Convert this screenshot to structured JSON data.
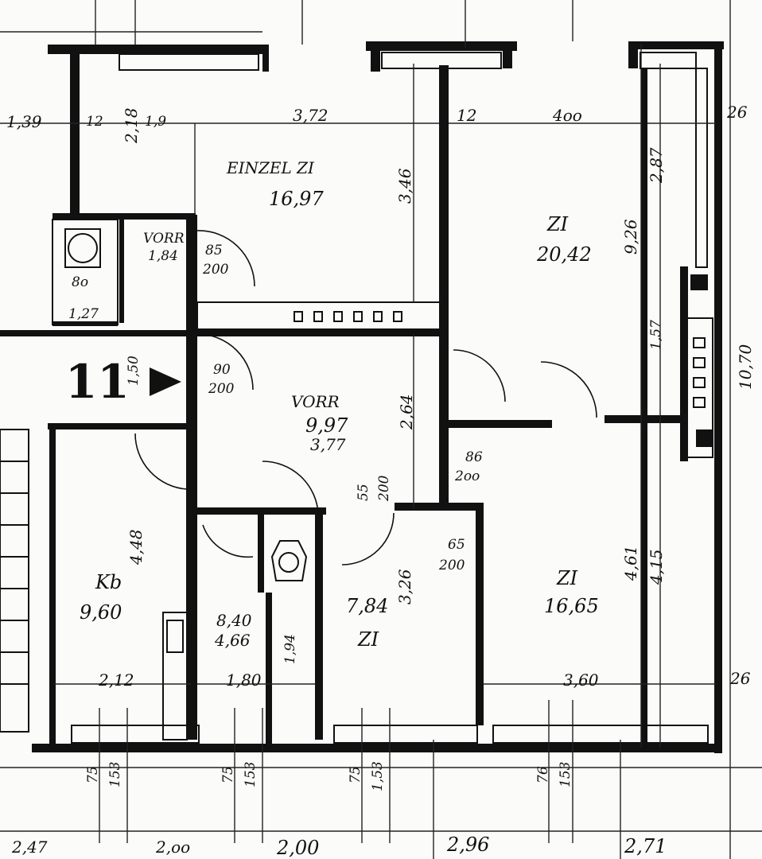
{
  "unit_number": "11",
  "rooms": {
    "einzel": {
      "name": "EINZEL ZI",
      "area": "16,97"
    },
    "zi_large": {
      "name": "ZI",
      "area": "20,42"
    },
    "vorr_main": {
      "name": "VORR",
      "area": "9,97",
      "sub": "3,77"
    },
    "vorr_small": {
      "name": "VORR",
      "area": "1,84",
      "sub": "8o"
    },
    "kb": {
      "name": "Kb",
      "area": "9,60"
    },
    "bad": {
      "area": "8,40",
      "sub": "4,66"
    },
    "zi_small": {
      "name": "ZI",
      "area": "7,84"
    },
    "zi_right": {
      "name": "ZI",
      "area": "16,65"
    }
  },
  "dimensions": {
    "d_139": "1,39",
    "d_12a": "12",
    "d_218": "2,18",
    "d_190": "1,9",
    "d_372": "3,72",
    "d_346": "3,46",
    "d_12b": "12",
    "d_400": "4oo",
    "d_26a": "26",
    "d_926": "9,26",
    "d_287": "2,87",
    "d_157": "1,57",
    "d_1070": "10,70",
    "d_264": "2,64",
    "d_448": "4,48",
    "d_326": "3,26",
    "d_461": "4,61",
    "d_415": "4,15",
    "d_26b": "26",
    "d_212": "2,12",
    "d_180": "1,80",
    "d_194": "1,94",
    "d_360": "3,60",
    "d_127": "1,27",
    "d_150": "1,50",
    "bottom_2475": "2,47",
    "bottom_200a": "2,oo",
    "bottom_200b": "2,00",
    "bottom_296": "2,96",
    "bottom_2715": "2,71",
    "b_75a": "75",
    "b_153a": "153",
    "b_75b": "75",
    "b_153b": "153",
    "b_75c": "75",
    "b_153c": "1,53",
    "b_76": "76",
    "b_153d": "153",
    "door_85_200a": "85",
    "door_200a": "200",
    "door_90": "90",
    "door_200b": "200",
    "door_86": "86",
    "door_200c": "2oo",
    "door_65": "65",
    "door_200d": "200",
    "door_55": "55",
    "door_200e": "200"
  }
}
